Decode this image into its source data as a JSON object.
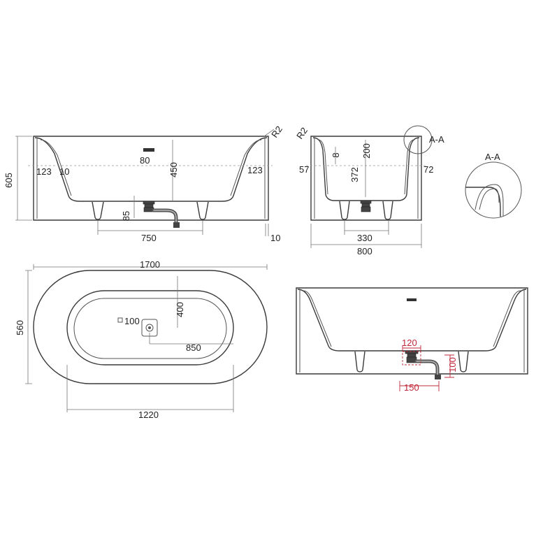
{
  "front_view": {
    "height_label": "605",
    "width_label": "750",
    "depth_label": "450",
    "overflow_label": "80",
    "drain_height_label": "85",
    "left_offset_label": "123",
    "right_offset_label": "123",
    "wall_label": "10",
    "radius_label": "R2",
    "base_label": "10"
  },
  "side_view": {
    "radius_label": "R2",
    "left_label": "57",
    "right_label": "72",
    "top_label": "8",
    "depth_label": "200",
    "inner_label": "372",
    "feet_label": "330",
    "width_label": "800",
    "section_label": "A-A"
  },
  "detail": {
    "title": "A-A"
  },
  "top_view": {
    "length_label": "1700",
    "width_label": "560",
    "drain_size_label": "100",
    "drain_offset_label": "400",
    "drain_distance_label": "850",
    "inner_length_label": "1220"
  },
  "section_view": {
    "drain_width_label": "120",
    "pipe_height_label": "100",
    "pipe_width_label": "150",
    "accent_color": "#c0283a"
  }
}
